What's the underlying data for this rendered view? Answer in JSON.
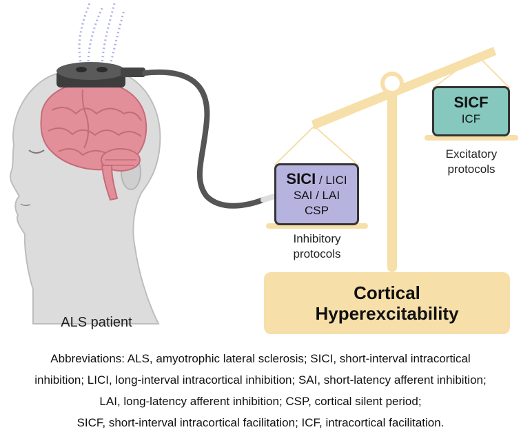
{
  "patient_label": "ALS patient",
  "inhibitory": {
    "line1_bold": "SICI",
    "line1_rest": " / LICI",
    "line2": "SAI / LAI",
    "line3": "CSP",
    "caption_line1": "Inhibitory",
    "caption_line2": "protocols"
  },
  "excitatory": {
    "line1_bold": "SICF",
    "line2": "ICF",
    "caption_line1": "Excitatory",
    "caption_line2": "protocols"
  },
  "cortical": {
    "line1": "Cortical",
    "line2": "Hyperexcitability"
  },
  "abbreviations": [
    "Abbreviations: ALS, amyotrophic lateral sclerosis; SICI, short-interval intracortical",
    "inhibition; LICI, long-interval intracortical inhibition; SAI, short-latency afferent inhibition;",
    "LAI, long-latency afferent inhibition; CSP, cortical silent period;",
    "SICF, short-interval intracortical facilitation; ICF, intracortical facilitation."
  ],
  "colors": {
    "inhibitory_fill": "#b7b3df",
    "excitatory_fill": "#86c8be",
    "balance": "#f7dfa9",
    "brain": "#e28f9a",
    "head": "#d9d9d9"
  }
}
